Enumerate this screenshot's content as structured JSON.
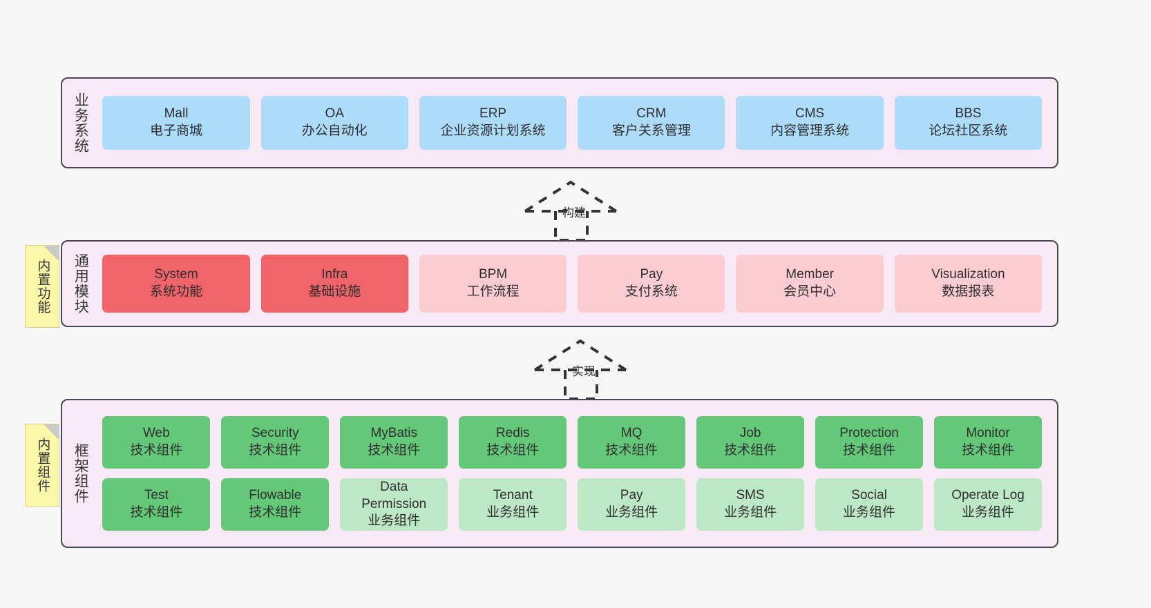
{
  "diagram": {
    "background_color": "#f7f7f7",
    "layer_fill": "#f8eaf4",
    "layer_border": "#4b4453"
  },
  "layers": [
    {
      "id": "business",
      "title": "业务系统",
      "cards": [
        {
          "name": "Mall",
          "desc": "电子商城",
          "color": "#addcfb",
          "style": "blue"
        },
        {
          "name": "OA",
          "desc": "办公自动化",
          "color": "#addcfb",
          "style": "blue"
        },
        {
          "name": "ERP",
          "desc": "企业资源计划系统",
          "color": "#addcfb",
          "style": "blue"
        },
        {
          "name": "CRM",
          "desc": "客户关系管理",
          "color": "#addcfb",
          "style": "blue"
        },
        {
          "name": "CMS",
          "desc": "内容管理系统",
          "color": "#addcfb",
          "style": "blue"
        },
        {
          "name": "BBS",
          "desc": "论坛社区系统",
          "color": "#addcfb",
          "style": "blue"
        }
      ]
    },
    {
      "id": "modules",
      "title": "通用模块",
      "note": "内置功能",
      "cards": [
        {
          "name": "System",
          "desc": "系统功能",
          "color": "#f1646a",
          "style": "red"
        },
        {
          "name": "Infra",
          "desc": "基础设施",
          "color": "#f1646a",
          "style": "red"
        },
        {
          "name": "BPM",
          "desc": "工作流程",
          "color": "#fbcdd3",
          "style": "pink"
        },
        {
          "name": "Pay",
          "desc": "支付系统",
          "color": "#fbcdd3",
          "style": "pink"
        },
        {
          "name": "Member",
          "desc": "会员中心",
          "color": "#fbcdd3",
          "style": "pink"
        },
        {
          "name": "Visualization",
          "desc": "数据报表",
          "color": "#fbcdd3",
          "style": "pink"
        }
      ]
    },
    {
      "id": "framework",
      "title": "框架组件",
      "note": "内置组件",
      "row_top": [
        {
          "name": "Web",
          "desc": "技术组件",
          "color": "#63c878",
          "style": "green"
        },
        {
          "name": "Security",
          "desc": "技术组件",
          "color": "#63c878",
          "style": "green"
        },
        {
          "name": "MyBatis",
          "desc": "技术组件",
          "color": "#63c878",
          "style": "green"
        },
        {
          "name": "Redis",
          "desc": "技术组件",
          "color": "#63c878",
          "style": "green"
        },
        {
          "name": "MQ",
          "desc": "技术组件",
          "color": "#63c878",
          "style": "green"
        },
        {
          "name": "Job",
          "desc": "技术组件",
          "color": "#63c878",
          "style": "green"
        },
        {
          "name": "Protection",
          "desc": "技术组件",
          "color": "#63c878",
          "style": "green"
        },
        {
          "name": "Monitor",
          "desc": "技术组件",
          "color": "#63c878",
          "style": "green"
        }
      ],
      "row_bottom": [
        {
          "name": "Test",
          "desc": "技术组件",
          "color": "#63c878",
          "style": "green"
        },
        {
          "name": "Flowable",
          "desc": "技术组件",
          "color": "#63c878",
          "style": "green"
        },
        {
          "name": "Data Permission",
          "desc": "业务组件",
          "color": "#bde8c6",
          "style": "lightgreen"
        },
        {
          "name": "Tenant",
          "desc": "业务组件",
          "color": "#bde8c6",
          "style": "lightgreen"
        },
        {
          "name": "Pay",
          "desc": "业务组件",
          "color": "#bde8c6",
          "style": "lightgreen"
        },
        {
          "name": "SMS",
          "desc": "业务组件",
          "color": "#bde8c6",
          "style": "lightgreen"
        },
        {
          "name": "Social",
          "desc": "业务组件",
          "color": "#bde8c6",
          "style": "lightgreen"
        },
        {
          "name": "Operate Log",
          "desc": "业务组件",
          "color": "#bde8c6",
          "style": "lightgreen"
        }
      ]
    }
  ],
  "connectors": [
    {
      "id": "build",
      "label": "构建",
      "style": "dashed-generalization"
    },
    {
      "id": "implement",
      "label": "实现",
      "style": "dashed-generalization"
    }
  ]
}
